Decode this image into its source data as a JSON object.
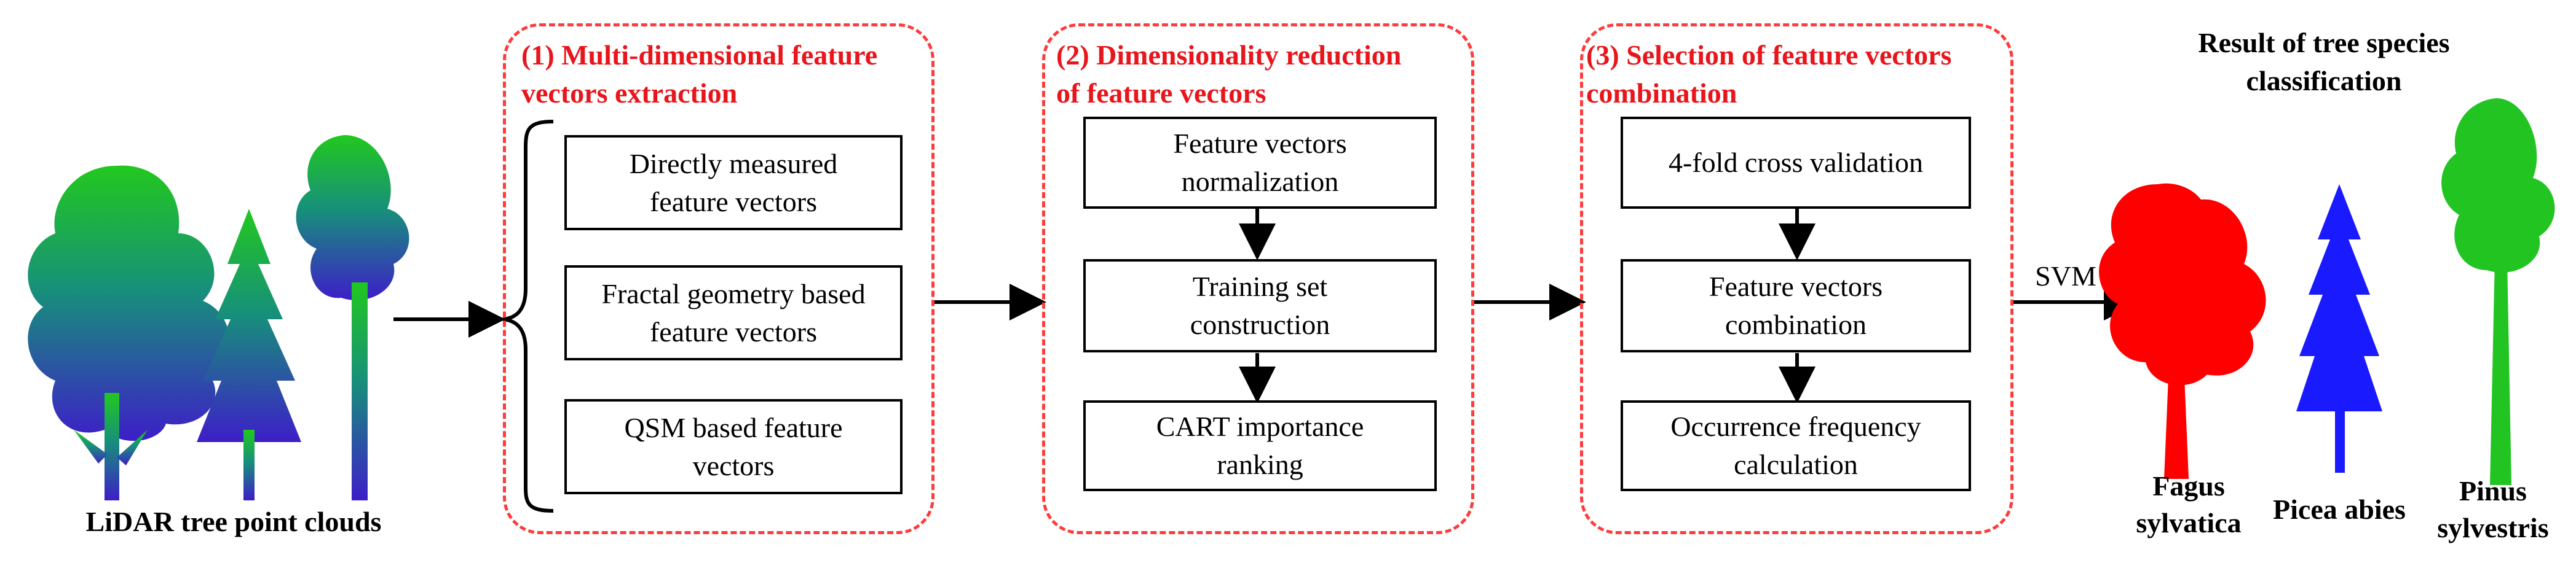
{
  "input": {
    "caption": "LiDAR tree point clouds"
  },
  "stages": [
    {
      "title_line1": "(1) Multi-dimensional feature",
      "title_line2": "vectors  extraction",
      "boxes": [
        {
          "line1": "Directly measured",
          "line2": "feature vectors"
        },
        {
          "line1": "Fractal geometry based",
          "line2": "feature vectors"
        },
        {
          "line1": "QSM based feature",
          "line2": "vectors"
        }
      ]
    },
    {
      "title_line1": "(2) Dimensionality reduction",
      "title_line2": "of feature vectors",
      "boxes": [
        {
          "line1": "Feature vectors",
          "line2": "normalization"
        },
        {
          "line1": "Training set",
          "line2": "construction"
        },
        {
          "line1": "CART importance",
          "line2": "ranking"
        }
      ]
    },
    {
      "title_line1": "(3) Selection of feature vectors",
      "title_line2": "combination",
      "boxes": [
        {
          "line1": "4-fold cross validation",
          "line2": ""
        },
        {
          "line1": "Feature vectors",
          "line2": "combination"
        },
        {
          "line1": "Occurrence frequency",
          "line2": "calculation"
        }
      ]
    }
  ],
  "classifier_label": "SVM",
  "result": {
    "title_line1": "Result of tree species",
    "title_line2": "classification",
    "species": [
      {
        "line1": "Fagus",
        "line2": "sylvatica",
        "color": "#ff0000"
      },
      {
        "line1": "Picea abies",
        "line2": "",
        "color": "#1a1aff"
      },
      {
        "line1": "Pinus",
        "line2": "sylvestris",
        "color": "#22c422"
      }
    ]
  },
  "colors": {
    "dashed_frame": "#ff3b3b",
    "stage_title": "#e8151b",
    "lidar_top": "#1fc41f",
    "lidar_mid": "#1a8a9a",
    "lidar_bottom": "#3a1fc8"
  }
}
